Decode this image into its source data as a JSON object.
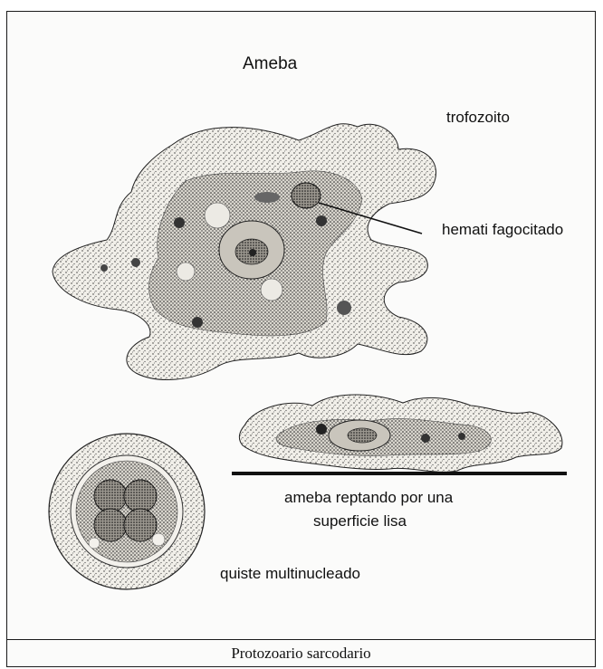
{
  "diagram": {
    "title": "Ameba",
    "labels": {
      "trofozoito": "trofozoito",
      "hematie": "hemati fagocitado",
      "reptando_line1": "ameba reptando por una",
      "reptando_line2": "superficie lisa",
      "quiste": "quiste multinucleado"
    },
    "caption": "Protozoario sarcodario"
  }
}
